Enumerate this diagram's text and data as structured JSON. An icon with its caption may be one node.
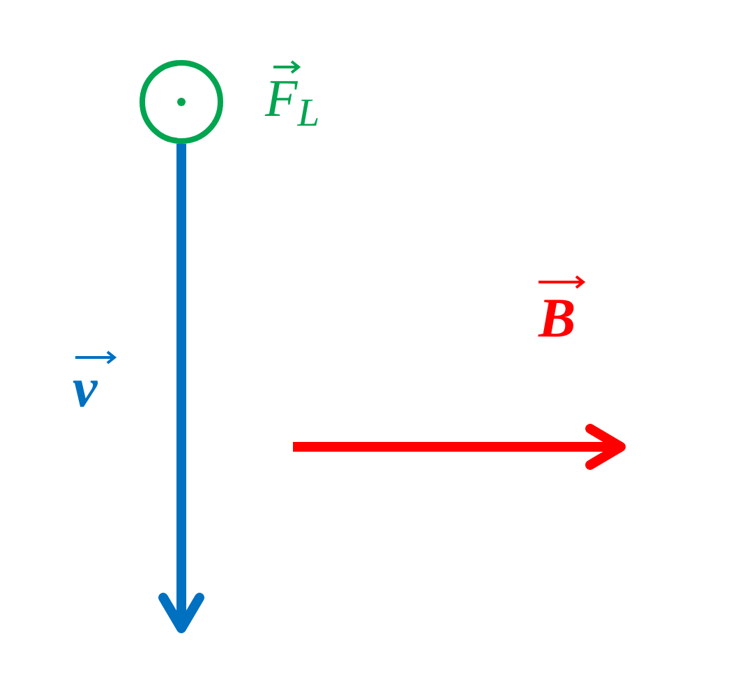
{
  "diagram": {
    "labels": [
      "F$_{L}$",
      "v",
      "B"
    ]
  }
}
